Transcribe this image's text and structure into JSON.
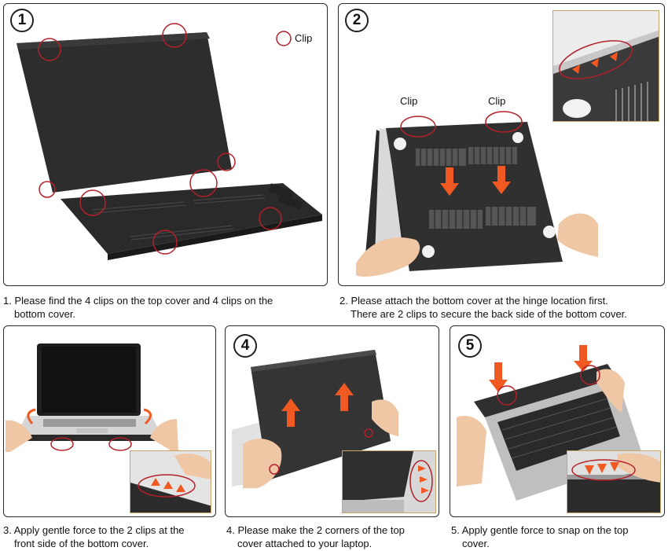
{
  "legend": {
    "label": "Clip"
  },
  "steps": [
    {
      "number": "1",
      "caption_line1": "1. Please find the 4 clips on the top cover and 4 clips on the",
      "caption_line2": "bottom cover."
    },
    {
      "number": "2",
      "caption_line1": "2. Please attach the bottom cover at the hinge location first.",
      "caption_line2": "There are 2 clips to secure the back side of the bottom cover.",
      "clip_left": "Clip",
      "clip_right": "Clip"
    },
    {
      "number": "",
      "caption_line1": "3. Apply gentle force to the 2 clips at the",
      "caption_line2": "front side of the bottom cover."
    },
    {
      "number": "4",
      "caption_line1": "4. Please make the 2 corners of the top",
      "caption_line2": "cover attached to your laptop."
    },
    {
      "number": "5",
      "caption_line1": "5. Apply gentle force to snap on the top",
      "caption_line2": "cover."
    }
  ],
  "colors": {
    "clip_circle": "#b3202a",
    "arrow": "#f05a22",
    "cover": "#2b2b2b",
    "inset_border": "#c9a56a"
  }
}
